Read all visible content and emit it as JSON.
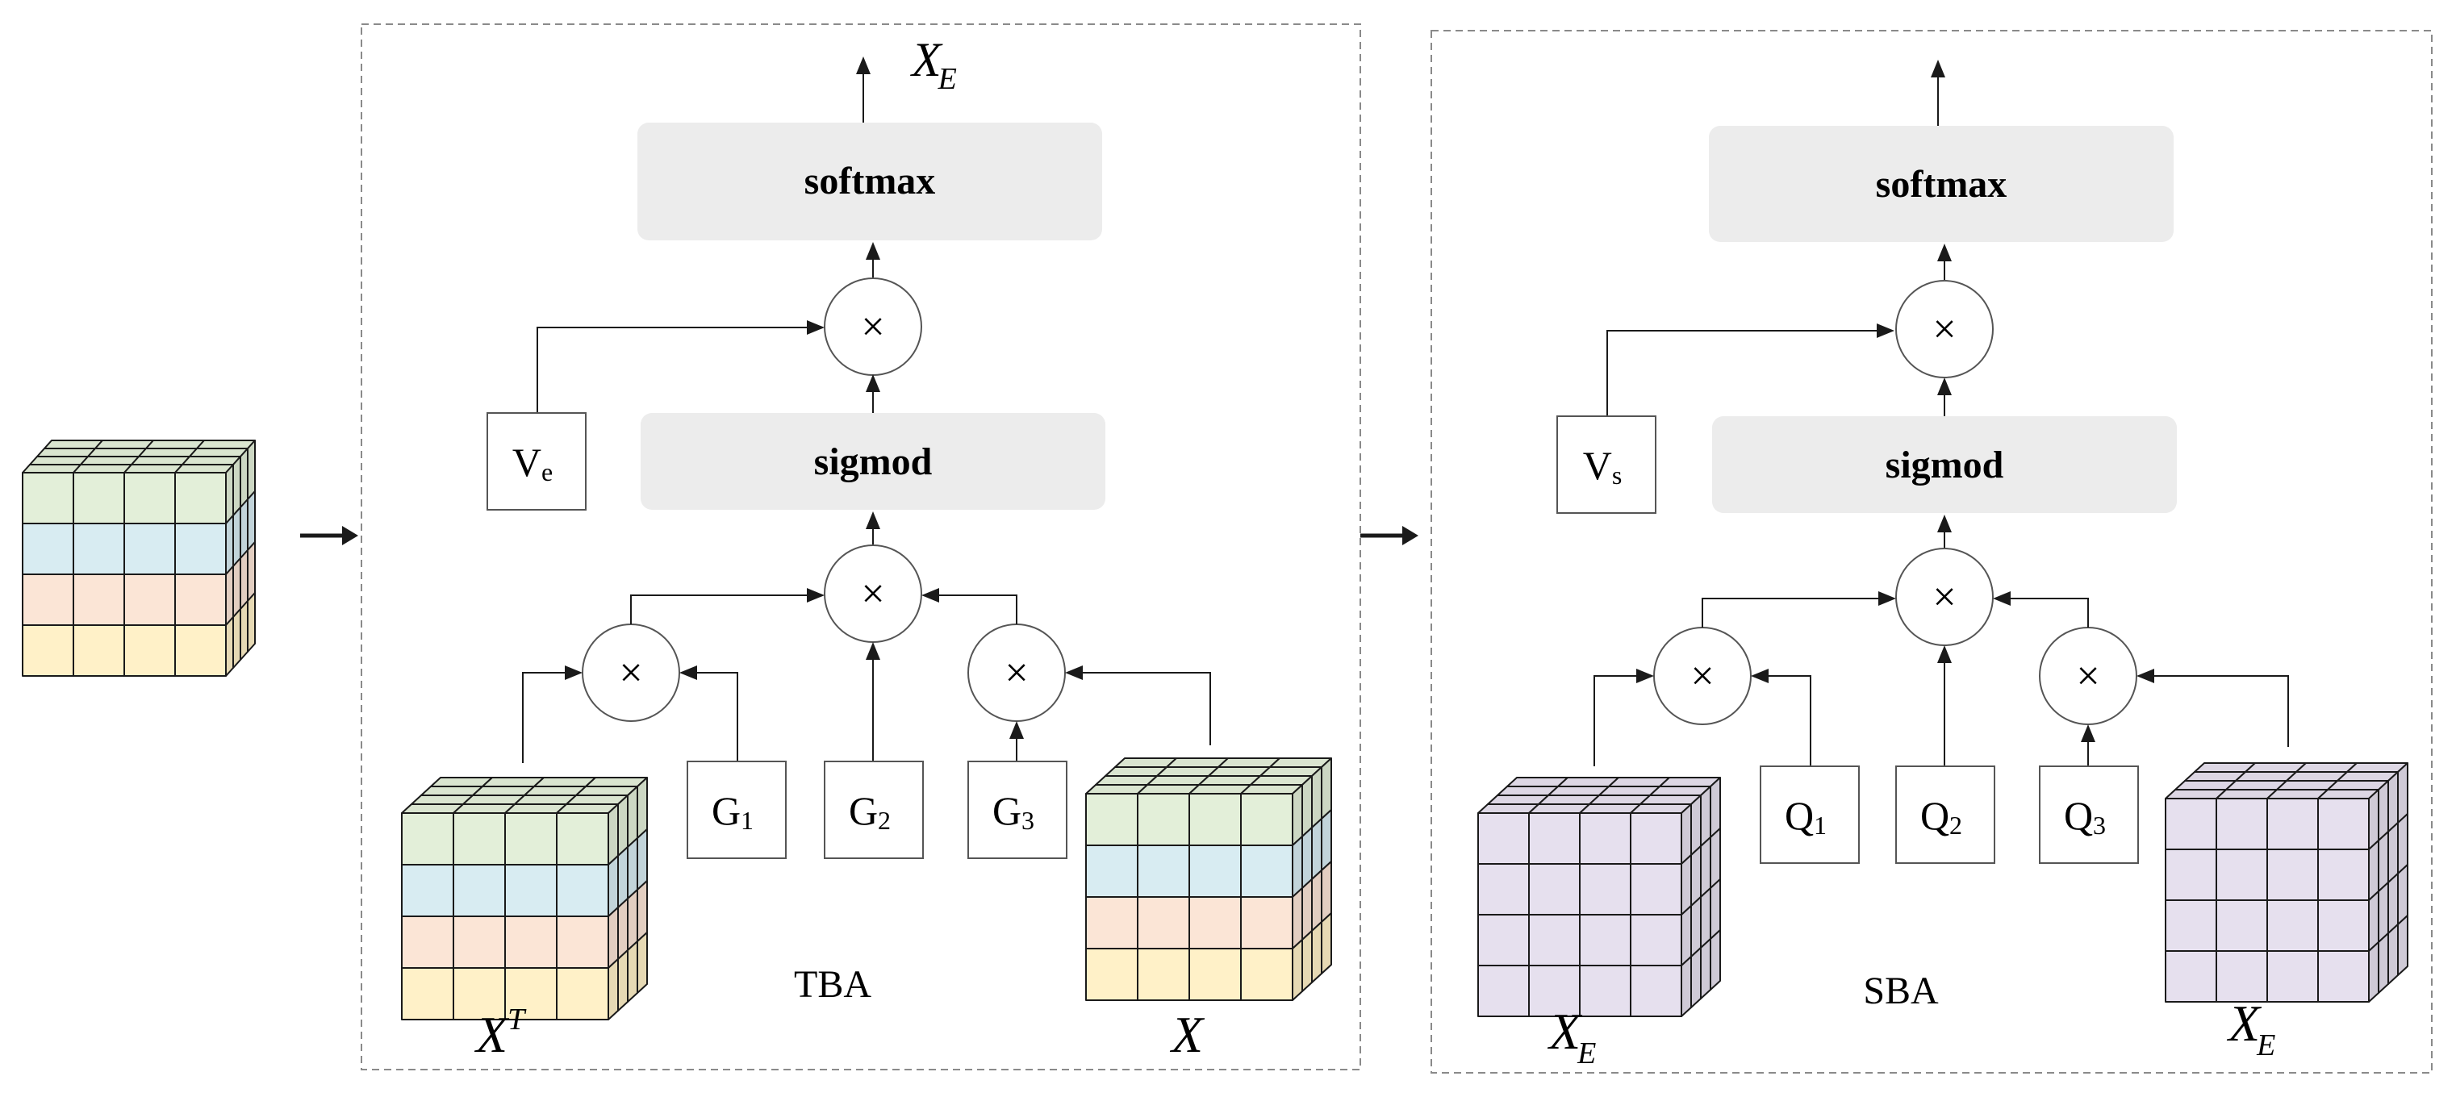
{
  "colors": {
    "green": "#e3efd9",
    "blue": "#d8ecf2",
    "peach": "#fbe5d6",
    "yellow": "#fff1c8",
    "lavender": "#e6e0ee",
    "gray_box": "#ececec",
    "line": "#1a1a1a",
    "dash": "#8a8a8a"
  },
  "tba": {
    "output_label": "X",
    "output_sub": "E",
    "softmax_label": "softmax",
    "sigmod_label": "sigmod",
    "v_label": "V",
    "v_sub": "e",
    "mult_symbol": "×",
    "g1": "G",
    "g1_sub": "1",
    "g2": "G",
    "g2_sub": "2",
    "g3": "G",
    "g3_sub": "3",
    "xt_label": "X",
    "xt_sup": "T",
    "x_label": "X",
    "title": "TBA"
  },
  "sba": {
    "softmax_label": "softmax",
    "sigmod_label": "sigmod",
    "v_label": "V",
    "v_sub": "s",
    "mult_symbol": "×",
    "q1": "Q",
    "q1_sub": "1",
    "q2": "Q",
    "q2_sub": "2",
    "q3": "Q",
    "q3_sub": "3",
    "xe_left_label": "X",
    "xe_left_sub": "E",
    "xe_right_label": "X",
    "xe_right_sub": "E",
    "title": "SBA"
  }
}
